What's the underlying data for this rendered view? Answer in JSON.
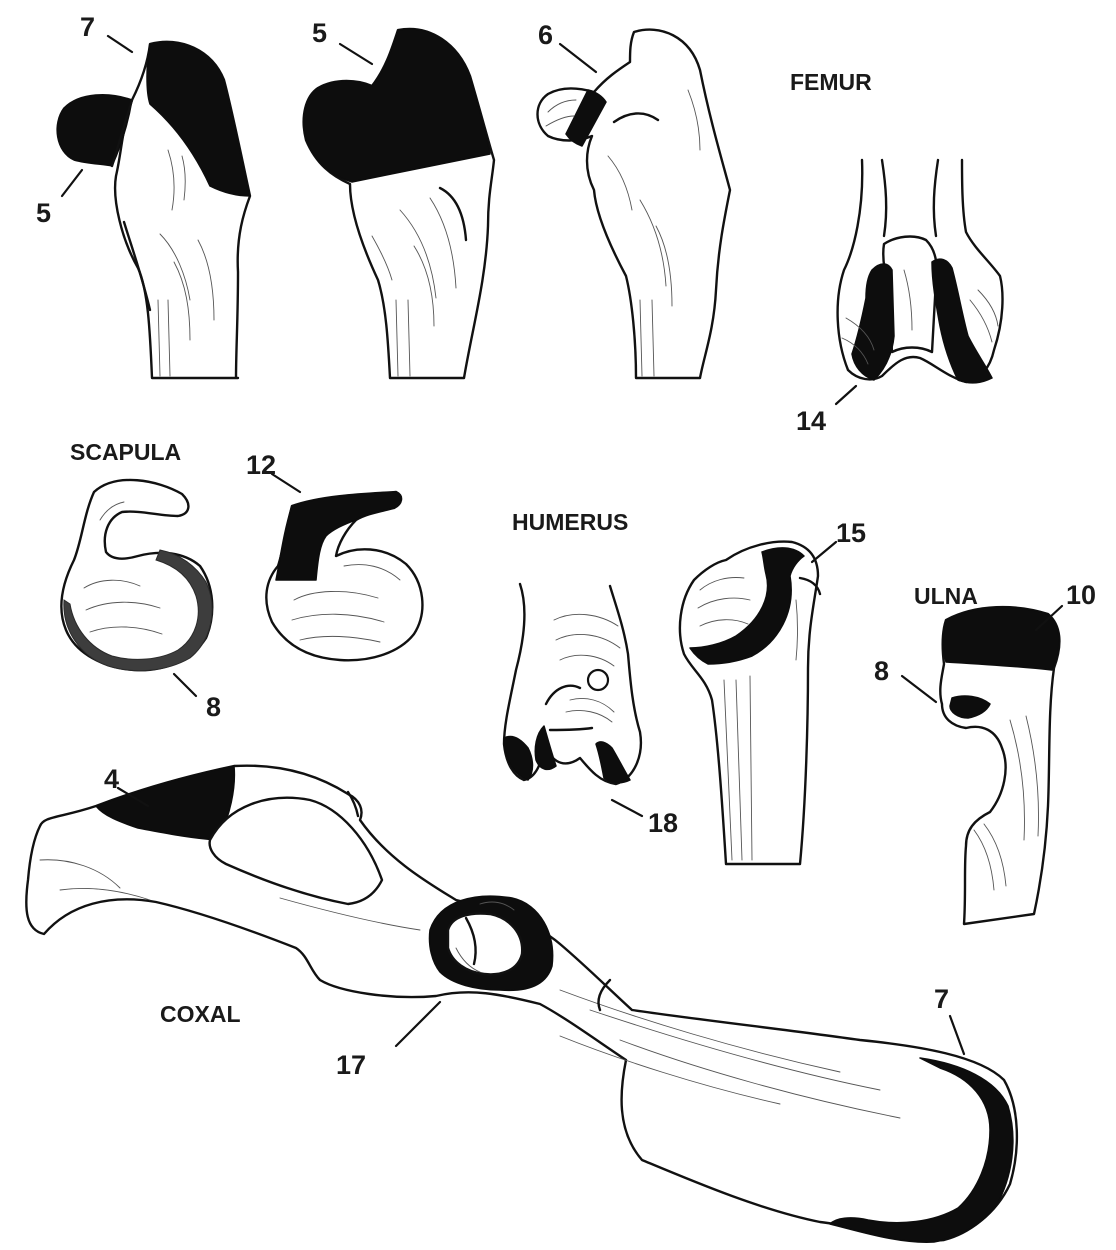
{
  "section_titles": {
    "femur": "FEMUR",
    "scapula": "SCAPULA",
    "humerus": "HUMERUS",
    "ulna": "ULNA",
    "coxal": "COXAL"
  },
  "callouts": {
    "femur_1_top": "7",
    "femur_1_side": "5",
    "femur_2": "5",
    "femur_3": "6",
    "femur_distal": "14",
    "scapula_1": "8",
    "scapula_2": "12",
    "humerus_distal": "18",
    "humerus_proximal": "15",
    "ulna_top": "10",
    "ulna_side": "8",
    "coxal_ilium": "4",
    "coxal_acetabulum": "17",
    "coxal_ischium": "7"
  },
  "colors": {
    "line": "#111111",
    "fused_region": "#0d0d0d",
    "partial_region": "#3d3d3d",
    "background": "#ffffff"
  }
}
